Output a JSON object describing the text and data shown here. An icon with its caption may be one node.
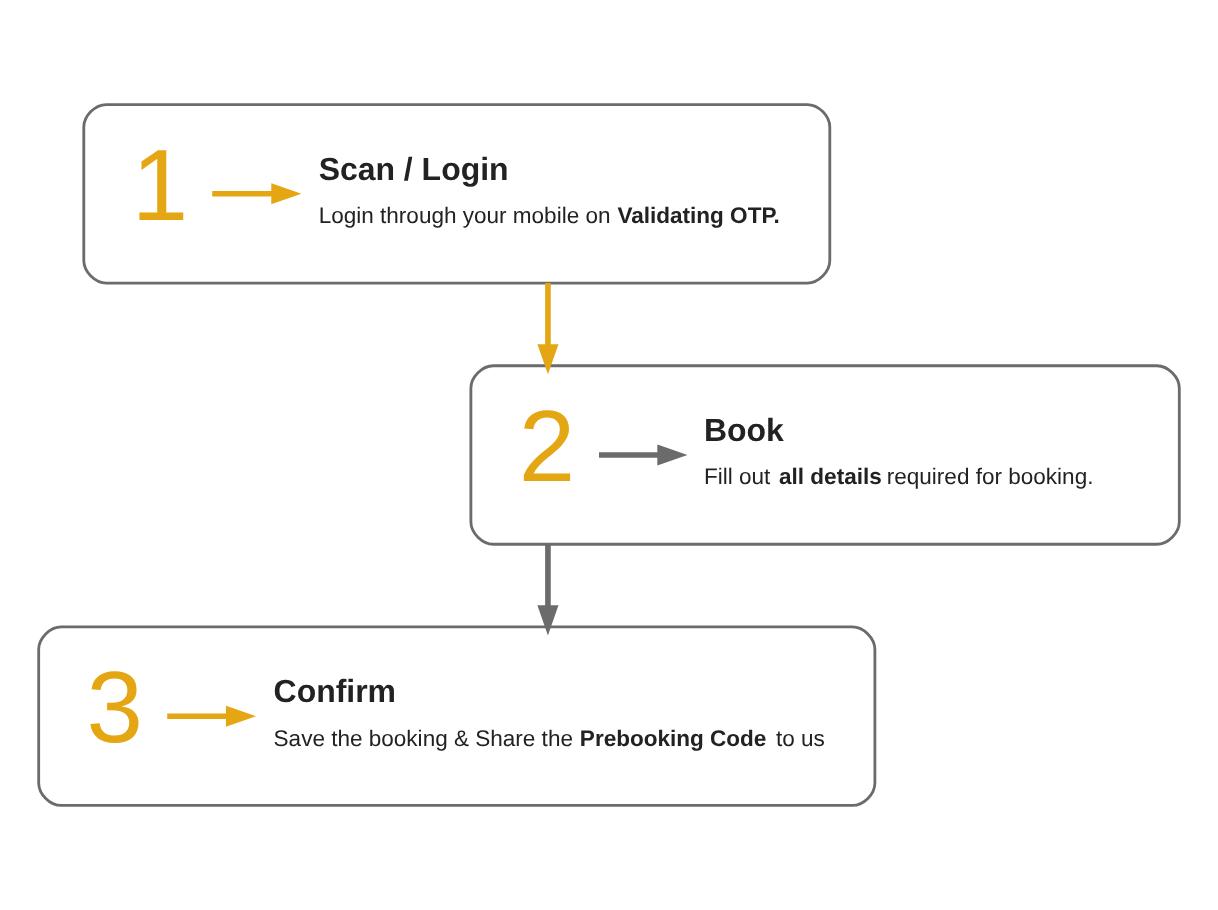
{
  "diagram": {
    "nodes": [
      {
        "text": [],
        "shape": "box"
      },
      {
        "text": [
          "1"
        ],
        "in": 0
      },
      {
        "text": [
          "Scan / Login",
          "Login through your mobile on **Validating OTP.**"
        ],
        "in": 0
      },
      {
        "text": [],
        "shape": "box"
      },
      {
        "text": [
          "Book",
          "Fill out **all details** required for booking."
        ],
        "in": 3
      },
      {
        "text": [
          "2"
        ],
        "in": 3
      },
      {
        "text": [],
        "shape": "box"
      },
      {
        "text": [
          "3"
        ],
        "in": 6
      },
      {
        "text": [
          "Confirm",
          "Save the booking & Share the **Prebooking Code** to us"
        ],
        "in": 6
      }
    ],
    "edges": [
      {
        "from": 1,
        "to": 2,
        "arrow": "to",
        "color": "#e5a614"
      },
      {
        "from": 0,
        "to": 3,
        "arrow": "to",
        "color": "#e5a614"
      },
      {
        "from": 5,
        "to": 4,
        "arrow": "to",
        "color": "#6b6b6b"
      },
      {
        "from": 3,
        "to": 6,
        "arrow": "to",
        "color": "#6b6b6b"
      },
      {
        "from": 7,
        "to": 8,
        "arrow": "to",
        "color": "#e5a614"
      }
    ]
  }
}
